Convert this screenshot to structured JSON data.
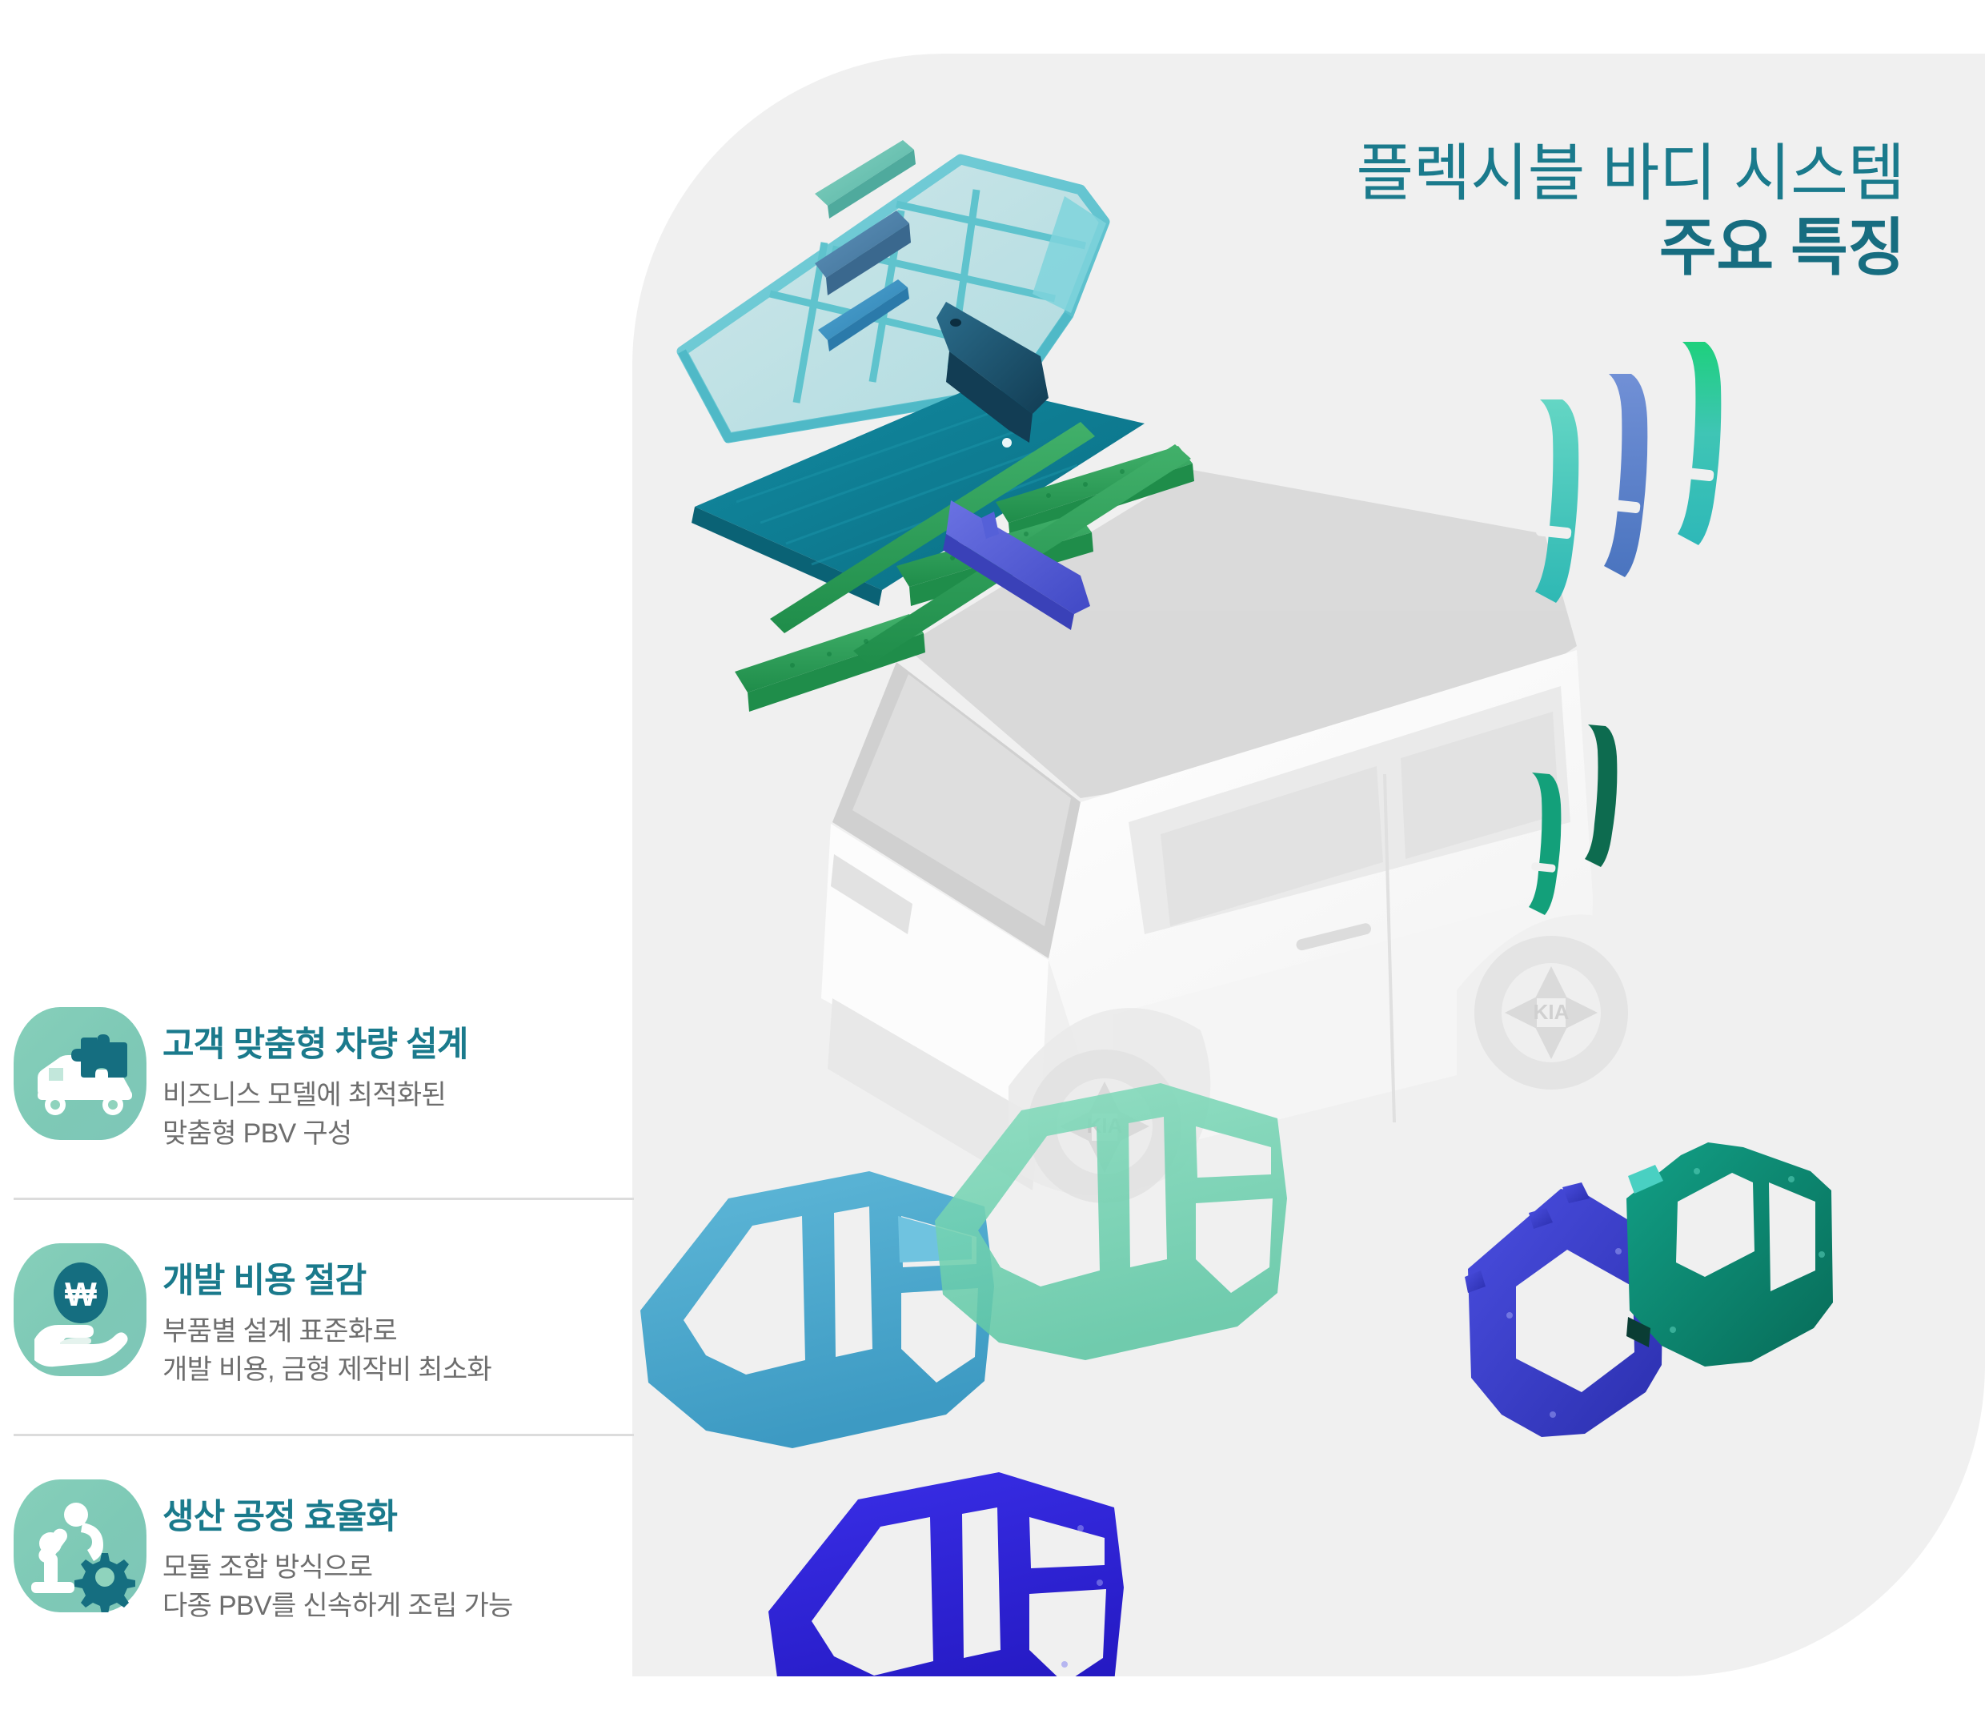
{
  "title": {
    "line1": "플렉시블 바디 시스템",
    "line2": "주요 특징",
    "color": "#1a7a8c"
  },
  "theme": {
    "panel_bg": "#f0f0f0",
    "page_bg": "#ffffff",
    "heading_color": "#1a7a8c",
    "body_text_color": "#6e6e6e",
    "divider_color": "#dcdcdc",
    "icon_bg_from": "#86cfba",
    "icon_bg_to": "#7ec6b8",
    "icon_accent": "#156e80"
  },
  "features": [
    {
      "icon": "truck-puzzle-icon",
      "title": "고객 맞춤형 차량 설계",
      "desc_line1": "비즈니스 모델에 최적화된",
      "desc_line2": "맞춤형 PBV 구성"
    },
    {
      "icon": "hand-won-coin-icon",
      "title": "개발 비용 절감",
      "desc_line1": "부품별 설계 표준화로",
      "desc_line2": "개발 비용, 금형 제작비 최소화"
    },
    {
      "icon": "robot-arm-gear-icon",
      "title": "생산 공정 효율화",
      "desc_line1": "모듈 조합 방식으로",
      "desc_line2": "다종 PBV를 신속하게 조립 가능"
    }
  ],
  "diagram": {
    "subject": "Kia PBV exploded body structure",
    "vehicle_label": "KIA",
    "parts": [
      {
        "name": "roof-frame",
        "color": "#63c4cf"
      },
      {
        "name": "roof-panel",
        "color": "#0e7f96"
      },
      {
        "name": "roof-cross-member-front",
        "color": "#2ea05a"
      },
      {
        "name": "roof-cross-member-rear",
        "color": "#2ea05a"
      },
      {
        "name": "roof-rail-left",
        "color": "#2ea05a"
      },
      {
        "name": "roof-rail-right",
        "color": "#2ea05a"
      },
      {
        "name": "trim-bar-mint",
        "color": "#6fc4b4"
      },
      {
        "name": "trim-bar-steel",
        "color": "#4f82ab"
      },
      {
        "name": "trim-bar-blue",
        "color": "#3b93c4"
      },
      {
        "name": "bracket-navy",
        "color": "#1d4f68"
      },
      {
        "name": "beam-violet",
        "color": "#5560d8"
      },
      {
        "name": "pillar-teal",
        "color": "#3fc1b9"
      },
      {
        "name": "pillar-blue",
        "color": "#5a84c8"
      },
      {
        "name": "pillar-green",
        "color": "#18c072"
      },
      {
        "name": "sill-green-small",
        "color": "#13a07a"
      },
      {
        "name": "sill-green-dark",
        "color": "#0d6b4f"
      },
      {
        "name": "side-panel-cyan",
        "color": "#4ba8ce"
      },
      {
        "name": "side-panel-mint",
        "color": "#6fd4b0"
      },
      {
        "name": "side-panel-blue",
        "color": "#2a21d8"
      },
      {
        "name": "rear-frame-blue",
        "color": "#3a3dce"
      },
      {
        "name": "rear-frame-green",
        "color": "#0b8a73"
      },
      {
        "name": "vehicle-body-ghost",
        "color": "#d8d8d8"
      }
    ]
  }
}
